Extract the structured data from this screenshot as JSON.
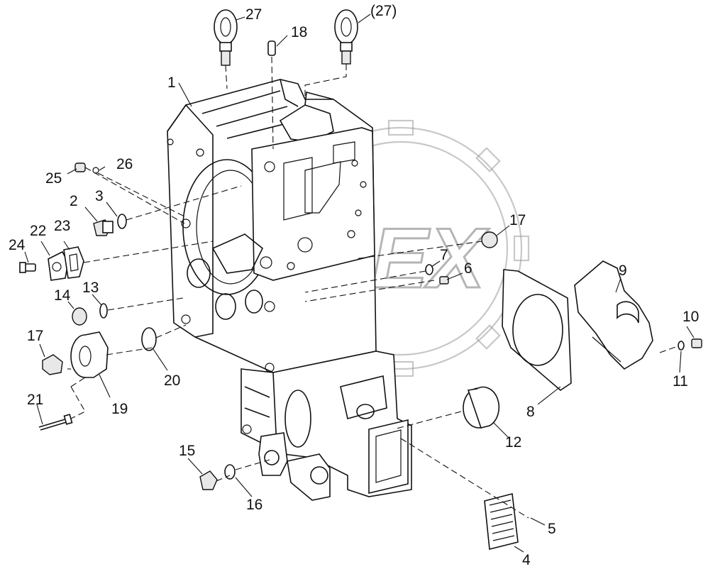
{
  "watermark": {
    "text": "OPEX"
  },
  "callouts": {
    "c1": "1",
    "c2": "2",
    "c3": "3",
    "c4": "4",
    "c5": "5",
    "c6": "6",
    "c7": "7",
    "c8": "8",
    "c9": "9",
    "c10": "10",
    "c11": "11",
    "c12": "12",
    "c13": "13",
    "c14": "14",
    "c15": "15",
    "c16": "16",
    "c17a": "17",
    "c17b": "17",
    "c18": "18",
    "c19": "19",
    "c20": "20",
    "c21": "21",
    "c22": "22",
    "c23": "23",
    "c24": "24",
    "c25": "25",
    "c26": "26",
    "c27a": "27",
    "c27b": "(27)"
  }
}
